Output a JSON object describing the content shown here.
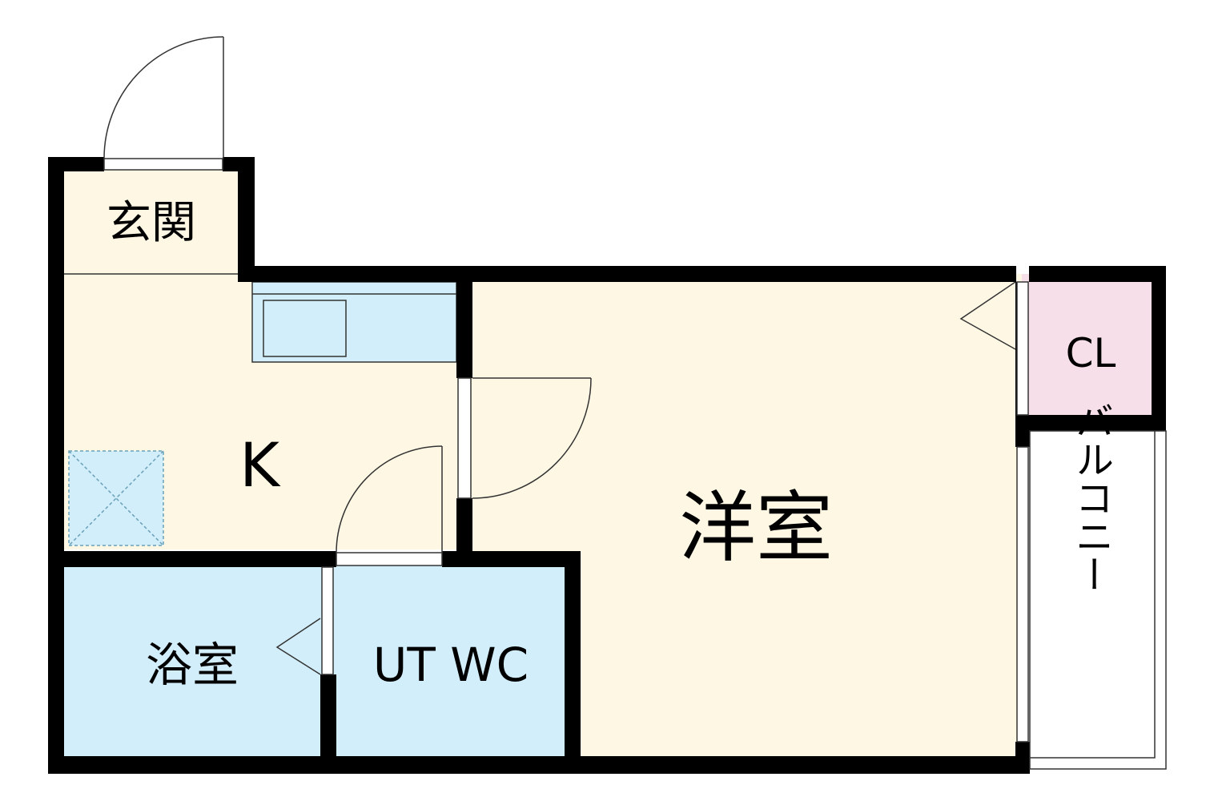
{
  "rooms": {
    "genkan": {
      "label": "玄関"
    },
    "kitchen": {
      "label": "K"
    },
    "western_room": {
      "label": "洋室"
    },
    "closet": {
      "label": "CL"
    },
    "bathroom": {
      "label": "浴室"
    },
    "ut_wc": {
      "label": "UT WC"
    },
    "balcony": {
      "label": "バルコニー"
    }
  },
  "colors": {
    "wall": "#000000",
    "floor_beige": "#fdf7e4",
    "wet_blue": "#d2eefa",
    "closet_pink": "#f7dfea",
    "outline": "#333333"
  }
}
